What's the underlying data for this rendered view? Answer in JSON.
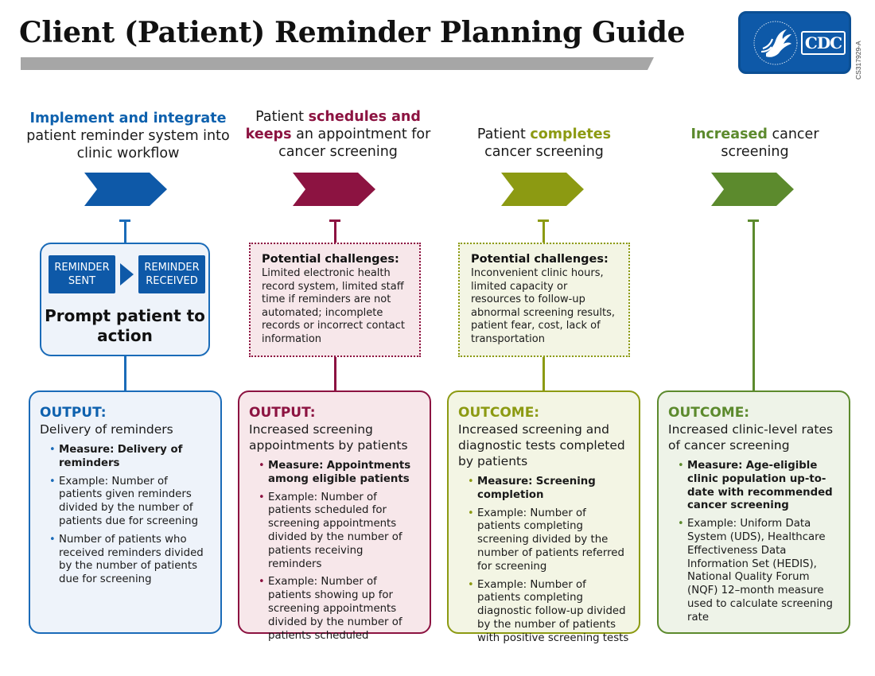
{
  "header": {
    "title": "Client (Patient) Reminder Planning Guide",
    "logo_text": "CDC",
    "doc_code": "CS317929-A"
  },
  "colors": {
    "blue": "#0e59a8",
    "maroon": "#8c1341",
    "olive": "#8c9a12",
    "green": "#5c8a2d",
    "title_bar": "#a6a6a6"
  },
  "columns": [
    {
      "heading": {
        "emph1": "Implement and integrate",
        "text1": "patient reminder system into clinic workflow"
      },
      "prompt": {
        "sent": "REMINDER SENT",
        "received": "REMINDER RECEIVED",
        "label": "Prompt patient to action"
      },
      "output": {
        "label": "OUTPUT:",
        "desc": "Delivery of reminders",
        "measure_label": "Measure:",
        "measure_text": "Delivery of reminders",
        "items": [
          "Example: Number of patients given reminders divided by the number of patients due for screening",
          "Number of patients who received reminders divided by the number of patients due for screening"
        ]
      }
    },
    {
      "heading": {
        "text1": "Patient",
        "emph1": "schedules and keeps",
        "text2": "an appointment for cancer screening"
      },
      "challenges": {
        "title": "Potential challenges:",
        "text": "Limited electronic health record system, limited staff time if reminders are not automated; incomplete records or incorrect contact information"
      },
      "output": {
        "label": "OUTPUT:",
        "desc": "Increased screening appointments by patients",
        "measure_label": "Measure:",
        "measure_text": "Appointments among eligible patients",
        "items": [
          "Example: Number of patients scheduled for screening appointments divided by the number of patients receiving reminders",
          "Example: Number of patients showing up for screening appointments divided by the number of patients scheduled"
        ]
      }
    },
    {
      "heading": {
        "text1": "Patient",
        "emph1": "completes",
        "text2": "cancer screening"
      },
      "challenges": {
        "title": "Potential challenges:",
        "text": "Inconvenient clinic hours, limited capacity or resources to follow-up abnormal screening results, patient fear, cost, lack of transportation"
      },
      "output": {
        "label": "OUTCOME:",
        "desc": "Increased screening and diagnostic tests completed by patients",
        "measure_label": "Measure:",
        "measure_text": "Screening completion",
        "items": [
          "Example: Number of patients completing screening divided by the number of patients referred for screening",
          "Example: Number of patients completing diagnostic follow-up divided by the number of patients with positive screening tests"
        ]
      }
    },
    {
      "heading": {
        "emph1": "Increased",
        "text1": "cancer screening"
      },
      "output": {
        "label": "OUTCOME:",
        "desc": "Increased clinic-level rates of cancer screening",
        "measure_label": "Measure:",
        "measure_text": "Age-eligible clinic population up-to-date with recommended cancer screening",
        "items": [
          "Example: Uniform Data System (UDS), Healthcare Effectiveness Data Information Set (HEDIS), National Quality Forum (NQF) 12–month measure used to calculate screening rate"
        ]
      }
    }
  ]
}
